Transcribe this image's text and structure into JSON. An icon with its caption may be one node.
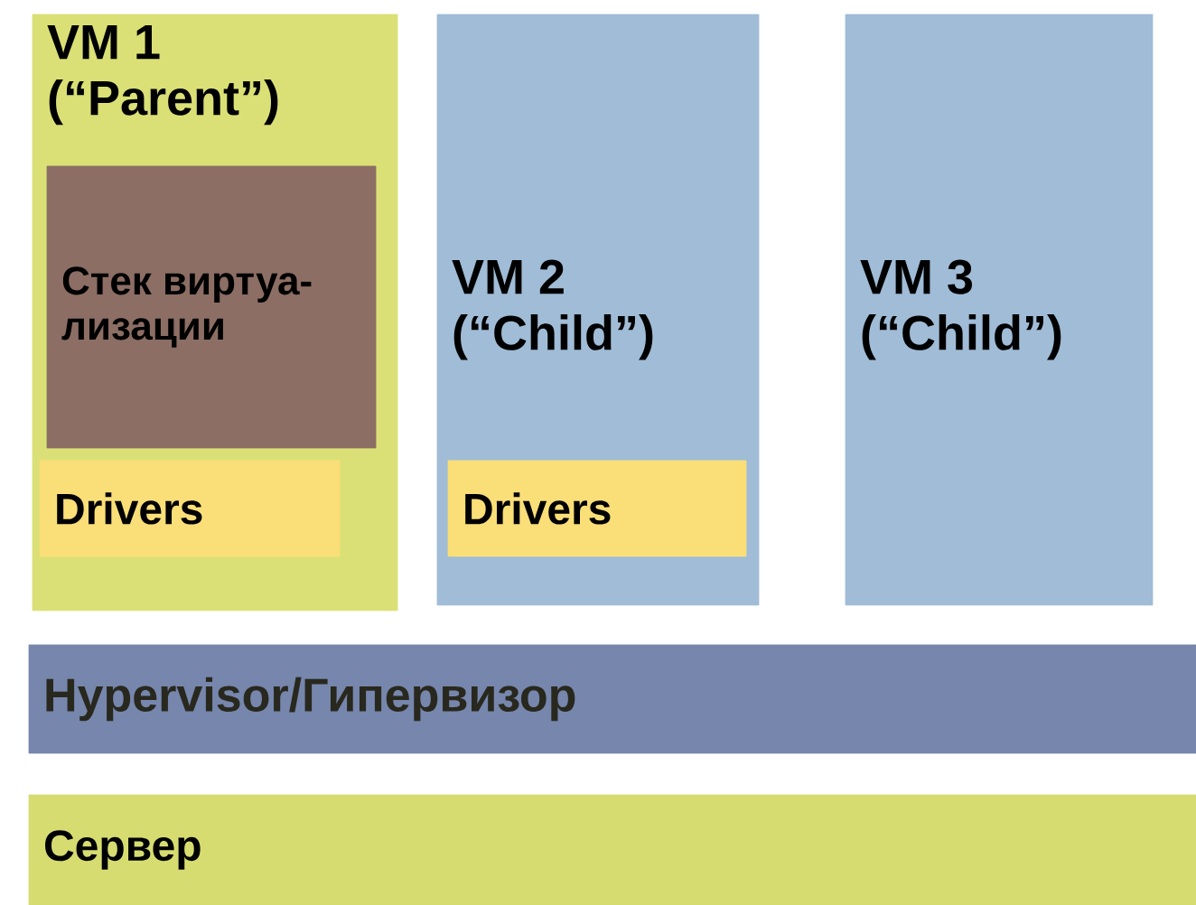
{
  "diagram": {
    "nodes": [
      {
        "text": [
          "VM 1 (“Parent”)"
        ]
      },
      {
        "text": [
          "Стек виртуа-лизации"
        ],
        "in": 0
      },
      {
        "text": [
          "Drivers"
        ],
        "in": 0
      },
      {
        "text": [
          "VM 2 (“Child”)"
        ]
      },
      {
        "text": [
          "Drivers"
        ],
        "in": 3
      },
      {
        "text": [
          "VM 3 (“Child”)"
        ]
      },
      {
        "text": [
          "Hypervisor/Гипервизор"
        ]
      },
      {
        "text": [
          "Сервер"
        ]
      }
    ]
  }
}
